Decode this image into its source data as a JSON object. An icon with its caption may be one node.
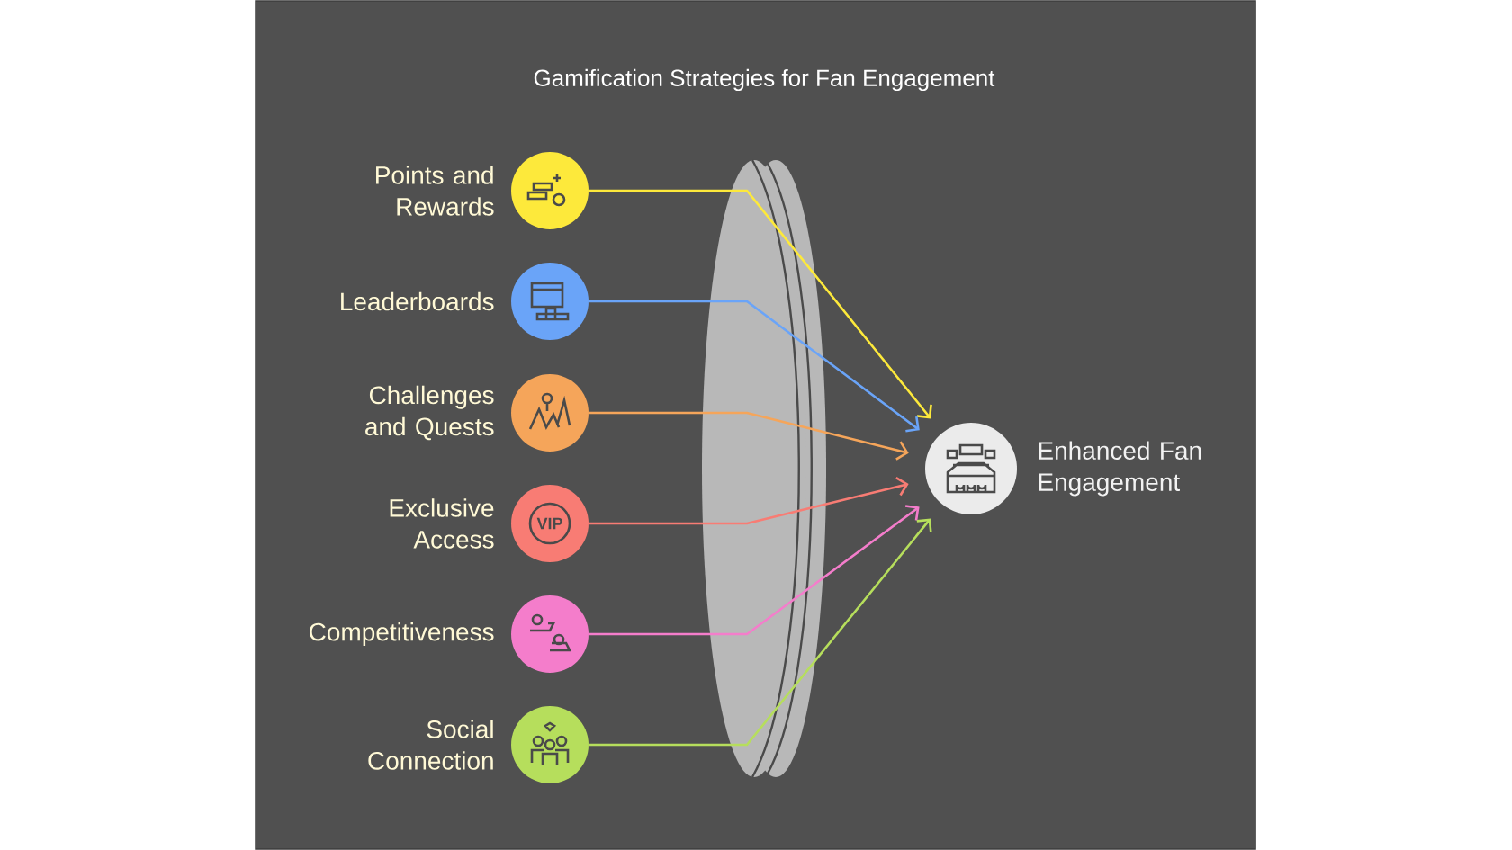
{
  "diagram": {
    "title": "Gamification Strategies for Fan Engagement",
    "nodes": [
      {
        "text": [
          "Points and Rewards"
        ]
      },
      {
        "text": [
          "Leaderboards"
        ]
      },
      {
        "text": [
          "Challenges and Quests"
        ]
      },
      {
        "text": [
          "Exclusive Access"
        ]
      },
      {
        "text": [
          "Competitiveness"
        ]
      },
      {
        "text": [
          "Social Connection"
        ]
      },
      {
        "text": [
          "Enhanced Fan Engagement"
        ]
      }
    ],
    "edges": [
      {
        "from": 0,
        "to": 6,
        "arrow": "to",
        "color": "#fde93b"
      },
      {
        "from": 1,
        "to": 6,
        "arrow": "to",
        "color": "#6aa4f8"
      },
      {
        "from": 2,
        "to": 6,
        "arrow": "to",
        "color": "#f5a55a"
      },
      {
        "from": 3,
        "to": 6,
        "arrow": "to",
        "color": "#f87c74"
      },
      {
        "from": 4,
        "to": 6,
        "arrow": "to",
        "color": "#f47dcb"
      },
      {
        "from": 5,
        "to": 6,
        "arrow": "to",
        "color": "#b6de5c"
      }
    ],
    "labels": [
      "VIP"
    ]
  }
}
